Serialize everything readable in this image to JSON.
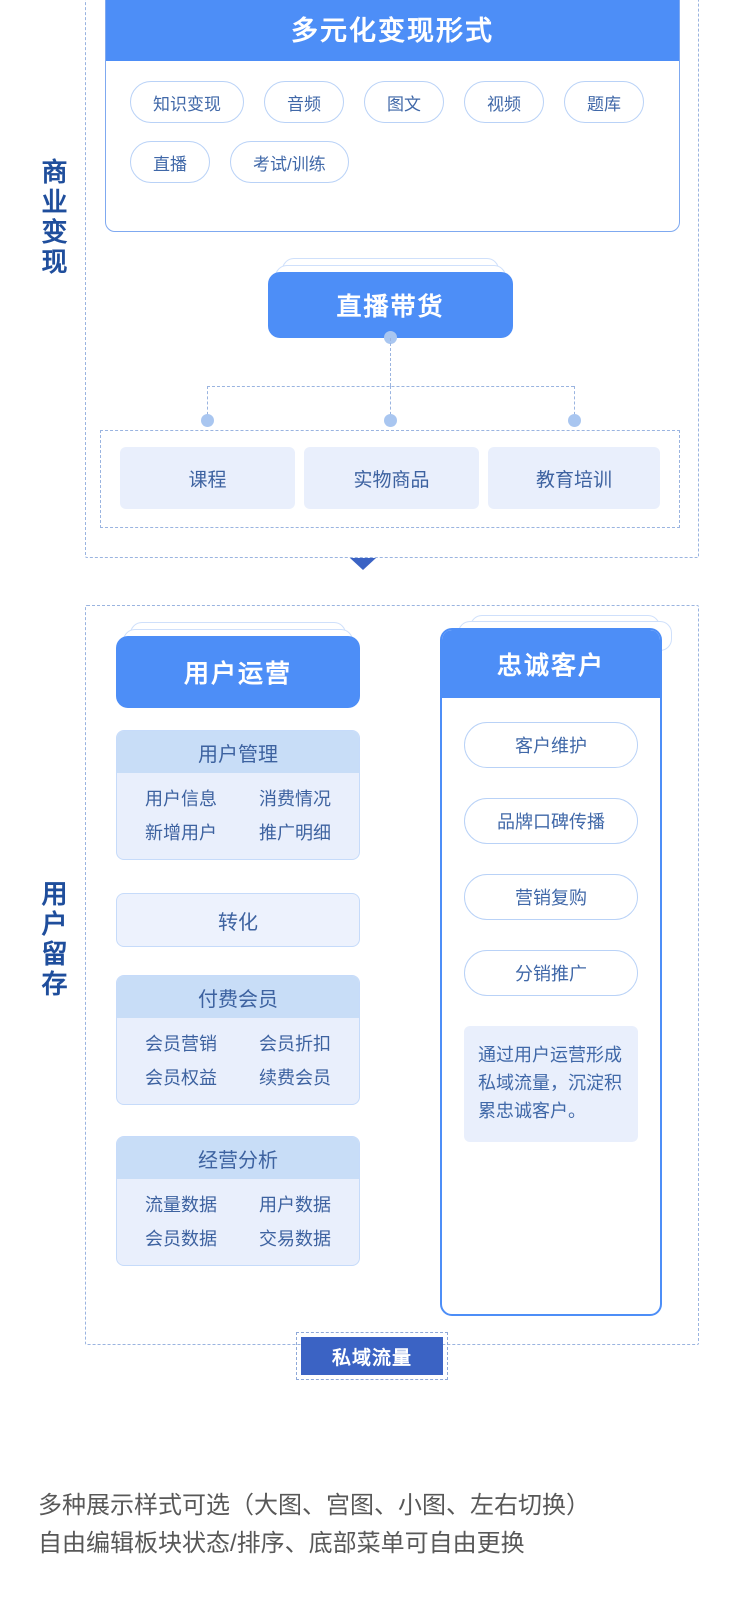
{
  "side_labels": {
    "monetization": "商业变现",
    "retention": "用户留存"
  },
  "monetization": {
    "forms_card": {
      "title": "多元化变现形式",
      "pills": [
        "知识变现",
        "音频",
        "图文",
        "视频",
        "题库",
        "直播",
        "考试/训练"
      ]
    },
    "live_block": {
      "title": "直播带货",
      "children": [
        "课程",
        "实物商品",
        "教育培训"
      ]
    }
  },
  "retention": {
    "user_ops": {
      "title": "用户运营",
      "modules": [
        {
          "head": "用户管理",
          "items": [
            "用户信息",
            "消费情况",
            "新增用户",
            "推广明细"
          ]
        },
        {
          "head": "转化",
          "items": []
        },
        {
          "head": "付费会员",
          "items": [
            "会员营销",
            "会员折扣",
            "会员权益",
            "续费会员"
          ]
        },
        {
          "head": "经营分析",
          "items": [
            "流量数据",
            "用户数据",
            "会员数据",
            "交易数据"
          ]
        }
      ]
    },
    "loyal_card": {
      "title": "忠诚客户",
      "pills": [
        "客户维护",
        "品牌口碑传播",
        "营销复购",
        "分销推广"
      ],
      "note": "通过用户运营形成私域流量，沉淀积累忠诚客户。"
    }
  },
  "private_traffic": {
    "label": "私域流量"
  },
  "footer": {
    "line1": "多种展示样式可选（大图、宫图、小图、左右切换）",
    "line2": "自由编辑板块状态/排序、底部菜单可自由更换"
  },
  "colors": {
    "brand_blue": "#4d8ef7",
    "deep_blue": "#3b63c4",
    "label_blue": "#1f4e9c",
    "pale_blue": "#e9effc",
    "dash_blue": "#9ab4e0"
  }
}
